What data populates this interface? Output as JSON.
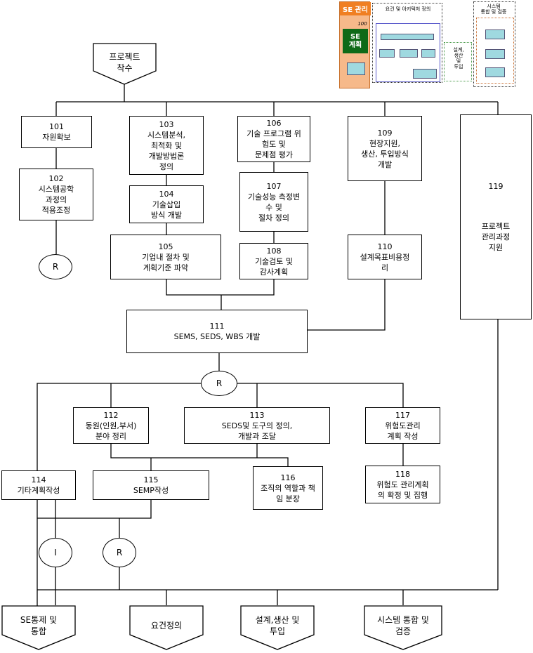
{
  "start": {
    "label": "프로젝트\n착수"
  },
  "boxes": {
    "b101": {
      "num": "101",
      "text": "자원확보"
    },
    "b102": {
      "num": "102",
      "text": "시스템공학\n과정의\n적용조정"
    },
    "b103": {
      "num": "103",
      "text": "시스템분석,\n최적화 및\n개발방법론\n정의"
    },
    "b104": {
      "num": "104",
      "text": "기술삽입\n방식 개발"
    },
    "b105": {
      "num": "105",
      "text": "기업내 절차 및\n계획기준 파악"
    },
    "b106": {
      "num": "106",
      "text": "기술 프로그램 위\n험도 및\n문제점 평가"
    },
    "b107": {
      "num": "107",
      "text": "기술성능 측정변\n수 및\n절차 정의"
    },
    "b108": {
      "num": "108",
      "text": "기술검토 및\n감사계획"
    },
    "b109": {
      "num": "109",
      "text": "현장지원,\n생산, 투입방식\n개발"
    },
    "b110": {
      "num": "110",
      "text": "설계목표비용정\n리"
    },
    "b111": {
      "num": "111",
      "text": "SEMS, SEDS, WBS 개발"
    },
    "b112": {
      "num": "112",
      "text": "동원(인원,부서)\n분야 정리"
    },
    "b113": {
      "num": "113",
      "text": "SEDS및 도구의 정의,\n개발과 조달"
    },
    "b114": {
      "num": "114",
      "text": "기타계획작성"
    },
    "b115": {
      "num": "115",
      "text": "SEMP작성"
    },
    "b116": {
      "num": "116",
      "text": "조직의 역할과 책\n임 분장"
    },
    "b117": {
      "num": "117",
      "text": "위험도관리\n계획 작성"
    },
    "b118": {
      "num": "118",
      "text": "위험도 관리계획\n의 확정 및 집행"
    },
    "b119": {
      "num": "119",
      "text": "프로젝트\n관리과정\n지원"
    }
  },
  "connectors": {
    "r1": "R",
    "r2": "R",
    "i1": "I",
    "r3": "R"
  },
  "outputs": {
    "o1": "SE통제 및\n통합",
    "o2": "요건정의",
    "o3": "설계,생산 및\n투입",
    "o4": "시스템 통합 및\n검증"
  },
  "minimap": {
    "se_header": "SE 관리",
    "se_plan_num": "100",
    "se_plan": "SE\n계획",
    "req_title": "요건 및 아키텍처 정의",
    "design_title": "설계,\n생산\n및\n투입",
    "integ_title": "시스템\n통합 및 검증"
  },
  "colors": {
    "line": "#000000",
    "se_header": "#f07f22",
    "se_panel": "#f6b98a",
    "se_plan": "#0e6a18",
    "mini_box": "#9fd9e0"
  }
}
